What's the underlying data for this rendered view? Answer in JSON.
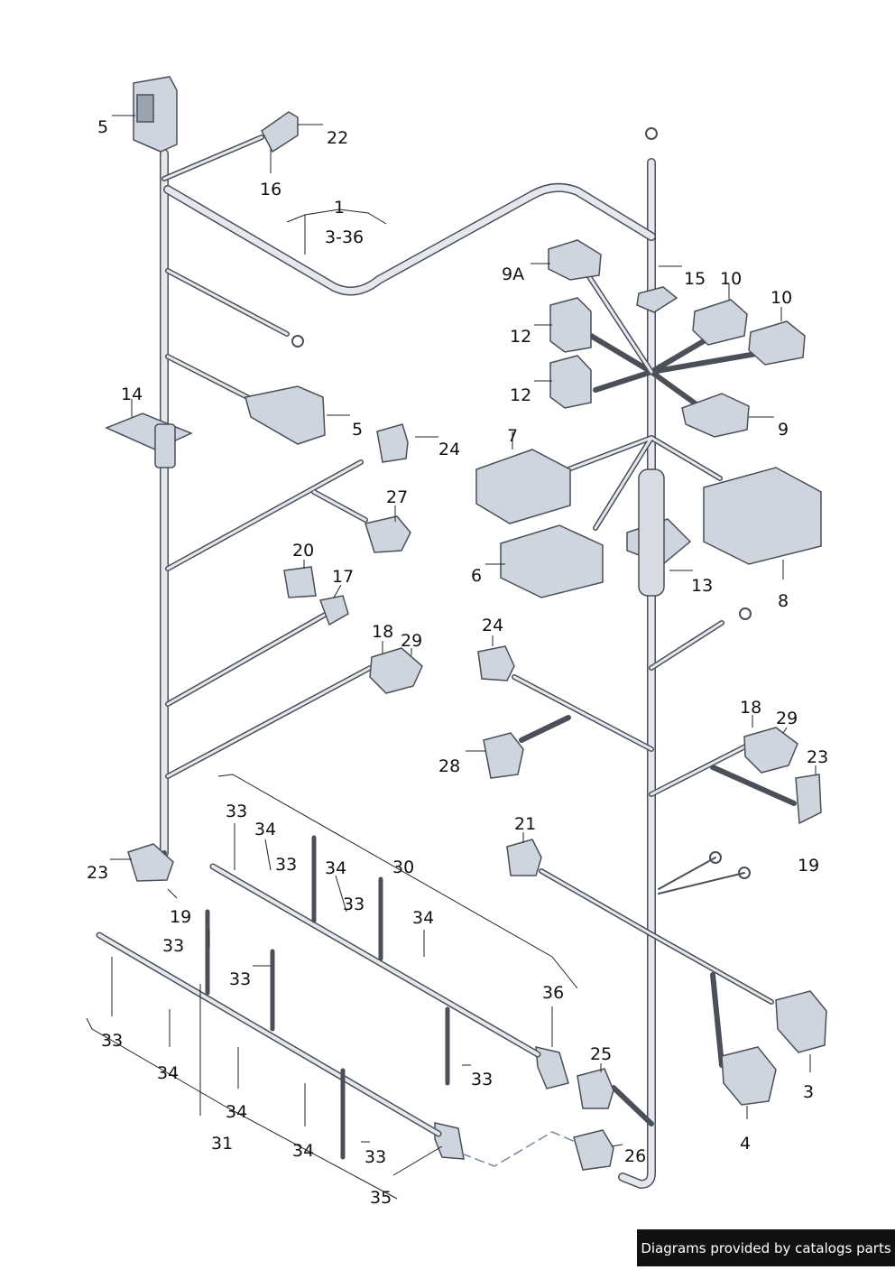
{
  "labels": [
    "5",
    "22",
    "16",
    "1",
    "3-36",
    "9A",
    "15",
    "10",
    "10",
    "12",
    "12",
    "14",
    "5",
    "24",
    "9",
    "7",
    "27",
    "8",
    "6",
    "13",
    "20",
    "17",
    "18",
    "29",
    "24",
    "18",
    "29",
    "23",
    "28",
    "21",
    "19",
    "23",
    "33",
    "34",
    "33",
    "34",
    "30",
    "33",
    "34",
    "19",
    "33",
    "36",
    "33",
    "25",
    "33",
    "26",
    "34",
    "34",
    "31",
    "34",
    "35",
    "3",
    "4",
    "33",
    "33"
  ],
  "banner": "Diagrams provided by catalogs parts",
  "colors": {
    "wire": "#4a4f58",
    "wire_fill": "#e4e8ee",
    "part_fill": "#cfd5de",
    "part_dark": "#6e7684",
    "dash": "#7a8aa0"
  }
}
